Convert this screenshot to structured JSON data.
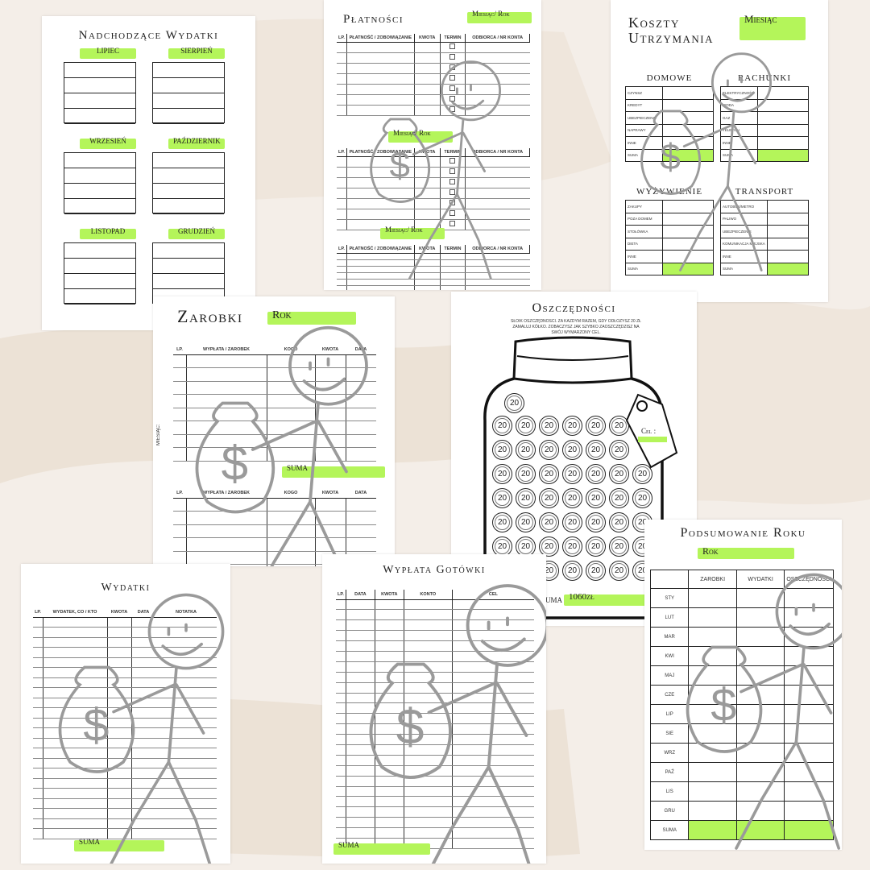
{
  "upcoming": {
    "title": "Nadchodzące Wydatki",
    "months": [
      "Lipiec",
      "Sierpień",
      "Wrzesień",
      "Październik",
      "Listopad",
      "Grudzień"
    ]
  },
  "payments": {
    "title": "Płatności",
    "period": "Miesiąc/ Rok",
    "columns": [
      "LP.",
      "Płatność / zobowiązanie",
      "Kwota",
      "Termin",
      "Odbiorca / nr konta"
    ]
  },
  "living": {
    "title_line1": "Koszty",
    "title_line2": "Utrzymania",
    "month": "Miesiąc",
    "home": {
      "title": "Domowe",
      "rows": [
        "Czynsz",
        "Kredyt",
        "Ubezpieczenie",
        "Naprawy",
        "Inne",
        "Suma"
      ]
    },
    "bills": {
      "title": "Rachunki",
      "rows": [
        "Elektryczność",
        "Woda",
        "Gaz",
        "Telefon",
        "Inne",
        "Suma"
      ]
    },
    "food": {
      "title": "Wyżywienie",
      "rows": [
        "Zakupy",
        "Poza domem",
        "Stołówka",
        "Dieta",
        "Inne",
        "Suma"
      ]
    },
    "transport": {
      "title": "Transport",
      "rows": [
        "Autobus/metro",
        "Paliwo",
        "Ubezpieczenie",
        "Komunikacja miejska",
        "Inne",
        "Suma"
      ]
    }
  },
  "earnings": {
    "title": "Zarobki",
    "year": "Rok",
    "columns": [
      "LP.",
      "Wypłata / zarobek",
      "Kogo",
      "Kwota",
      "Data"
    ],
    "side_label": "Miesiąc:",
    "sum": "Suma"
  },
  "savings": {
    "title": "Oszczędności",
    "description": "Słoik oszczędności. Za każdym razem, gdy odłożysz 20 zł zamaluj kółko. Zobaczysz jak szybko zaoszczędzisz na swój wymarzony cel.",
    "coin_value": "20",
    "goal": "Cel :",
    "sum_label": "Suma",
    "sum_value": "1060zł"
  },
  "expenses": {
    "title": "Wydatki",
    "columns": [
      "LP.",
      "Wydatek, co / kto",
      "Kwota",
      "Data",
      "Notatka"
    ],
    "sum": "Suma"
  },
  "cash": {
    "title": "Wypłata Gotówki",
    "columns": [
      "LP.",
      "Data",
      "Kwota",
      "Konto",
      "Cel"
    ],
    "sum": "Suma"
  },
  "summary": {
    "title": "Podsumowanie Roku",
    "year": "Rok",
    "columns": [
      "Zarobki",
      "Wydatki",
      "Oszczędności"
    ],
    "months": [
      "Sty",
      "Lut",
      "Mar",
      "Kwi",
      "Maj",
      "Cze",
      "Lip",
      "Sie",
      "Wrz",
      "Paź",
      "Lis",
      "Gru",
      "Suma"
    ]
  },
  "colors": {
    "accent": "#b4f55a",
    "background": "#f4eee8",
    "line": "#222222",
    "figure": "#9a9a9a"
  }
}
